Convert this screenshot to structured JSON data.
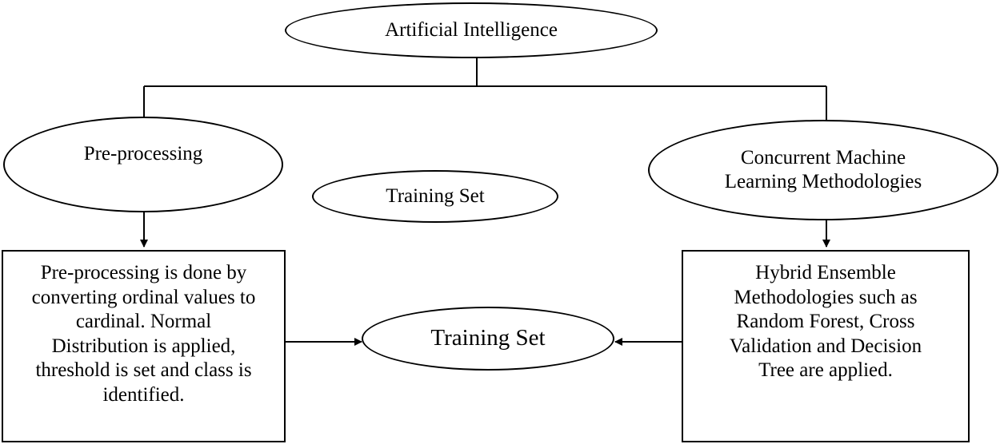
{
  "nodes": {
    "ai": "Artificial Intelligence",
    "preprocessing": "Pre-processing",
    "concurrent_ml": [
      "Concurrent Machine",
      "Learning Methodologies"
    ],
    "training_set_top": "Training Set",
    "training_set_main": "Training Set",
    "left_box": [
      "Pre-processing is done by",
      "converting ordinal values to",
      "cardinal. Normal",
      "Distribution is applied,",
      "threshold is set and class is",
      "identified."
    ],
    "right_box": [
      "Hybrid Ensemble",
      "Methodologies such as",
      "Random Forest, Cross",
      "Validation and Decision",
      "Tree are applied."
    ]
  }
}
